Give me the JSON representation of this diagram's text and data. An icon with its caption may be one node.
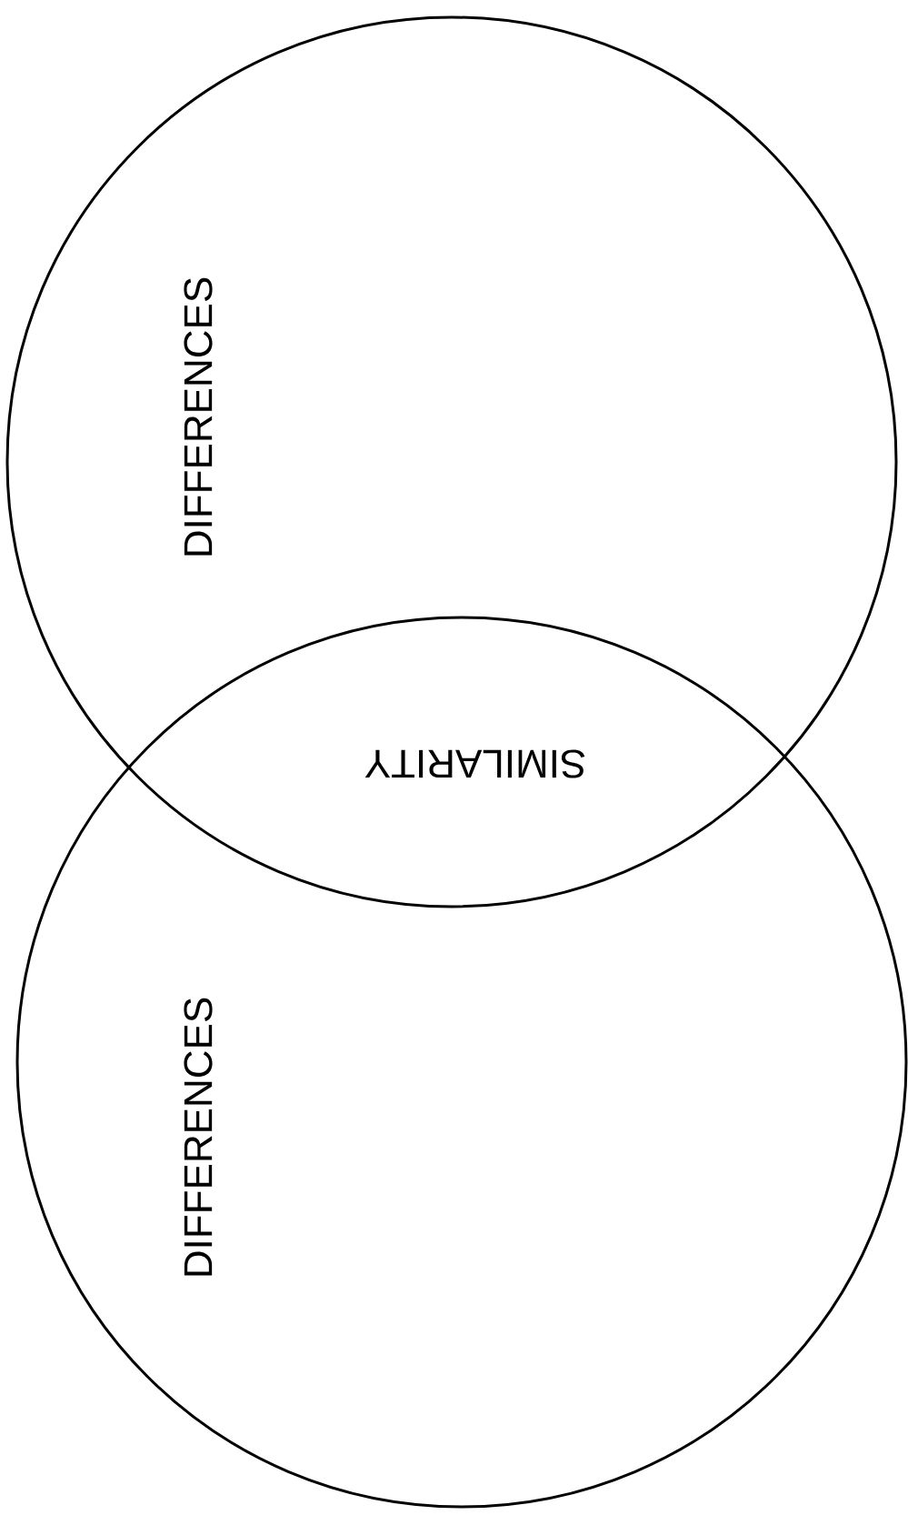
{
  "diagram": {
    "nodes": [
      {
        "text": [
          "DIFFERENCES"
        ]
      },
      {
        "text": [
          "DIFFERENCES"
        ]
      }
    ],
    "labels": [
      "SIMILARITY"
    ]
  }
}
